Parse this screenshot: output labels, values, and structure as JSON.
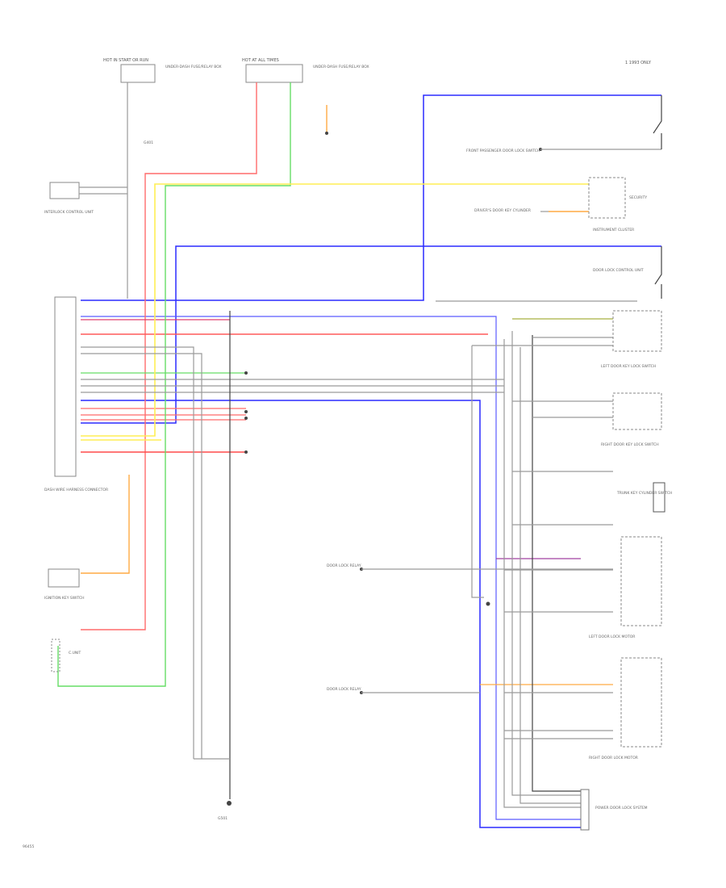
{
  "labels": {
    "hot_start": "HOT IN START OR RUN",
    "hot_all": "HOT AT ALL TIMES",
    "top_right_note": "1 1993 ONLY",
    "underdash_fuse_left": "UNDER-DASH FUSE/RELAY BOX",
    "underdash_fuse_mid": "UNDER-DASH FUSE/RELAY BOX",
    "ground_g401": "G401",
    "interlock_conn": "INTERLOCK CONTROL UNIT",
    "dash_wire_harness": "DASH WIRE HARNESS CONNECTOR",
    "key_fob": "IGNITION KEY SWITCH",
    "c_unit": "C.UNIT",
    "front_passenger": "FRONT PASSENGER DOOR LOCK SWITCH",
    "driver_door": "DRIVER'S DOOR KEY CYLINDER",
    "security": "SECURITY",
    "instrument_cluster": "INSTRUMENT CLUSTER",
    "door_lock_ctrl": "DOOR LOCK CONTROL UNIT",
    "left_door_lock": "LEFT DOOR KEY LOCK SWITCH",
    "right_door_lock": "RIGHT DOOR KEY LOCK SWITCH",
    "trunk": "TRUNK KEY CYLINDER SWITCH",
    "left_door_lock_motor": "LEFT DOOR LOCK MOTOR",
    "right_door_lock_motor": "RIGHT DOOR LOCK MOTOR",
    "door_lock_relay": "DOOR LOCK RELAY",
    "power_lock": "POWER DOOR LOCK SYSTEM",
    "bottom_ground": "G501",
    "revision": "96455"
  },
  "wire_colors": {
    "blue": "#2b2bff",
    "red": "#ff5a5a",
    "pink": "#ff9ab0",
    "green": "#66dd66",
    "yellow": "#ffee55",
    "orange": "#ffaa44",
    "gray": "#a0a0a0",
    "dark": "#444444",
    "purple": "#a040a0"
  }
}
